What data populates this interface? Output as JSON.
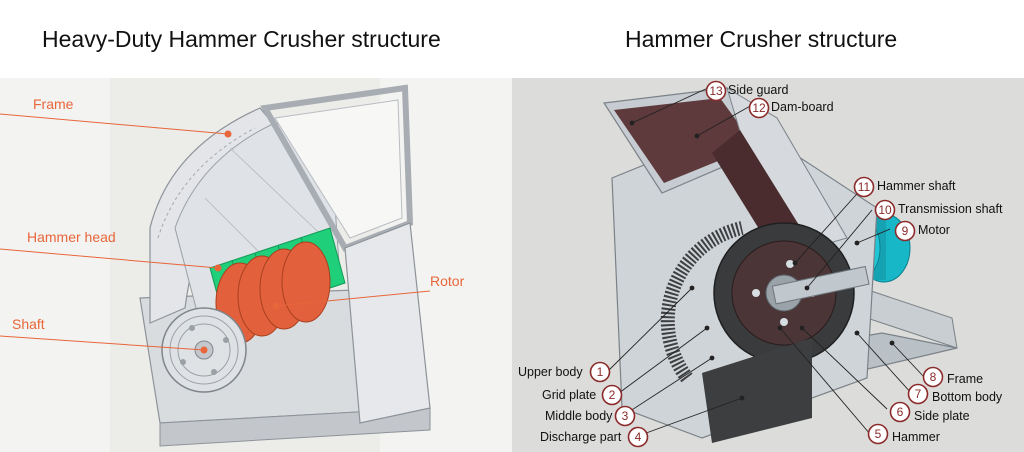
{
  "titles": {
    "left": "Heavy-Duty Hammer Crusher structure",
    "right": "Hammer Crusher structure"
  },
  "left_labels": {
    "frame": "Frame",
    "hammer_head": "Hammer head",
    "shaft": "Shaft",
    "rotor": "Rotor"
  },
  "right_labels": [
    {
      "num": "1",
      "text": "Upper body"
    },
    {
      "num": "2",
      "text": "Grid plate"
    },
    {
      "num": "3",
      "text": "Middle body"
    },
    {
      "num": "4",
      "text": "Discharge part"
    },
    {
      "num": "5",
      "text": "Hammer"
    },
    {
      "num": "6",
      "text": "Side plate"
    },
    {
      "num": "7",
      "text": "Bottom body"
    },
    {
      "num": "8",
      "text": "Frame"
    },
    {
      "num": "9",
      "text": "Motor"
    },
    {
      "num": "10",
      "text": "Transmission shaft"
    },
    {
      "num": "11",
      "text": "Hammer shaft"
    },
    {
      "num": "12",
      "text": "Dam-board"
    },
    {
      "num": "13",
      "text": "Side guard"
    }
  ],
  "colors": {
    "label_orange": "#e8663a",
    "callout_dark_red": "#8b2a2a",
    "hammer_green": "#1fcf7a",
    "rotor_red": "#e2603c",
    "motor_teal": "#18b7c8",
    "liner_maroon": "#5e3a3c"
  }
}
